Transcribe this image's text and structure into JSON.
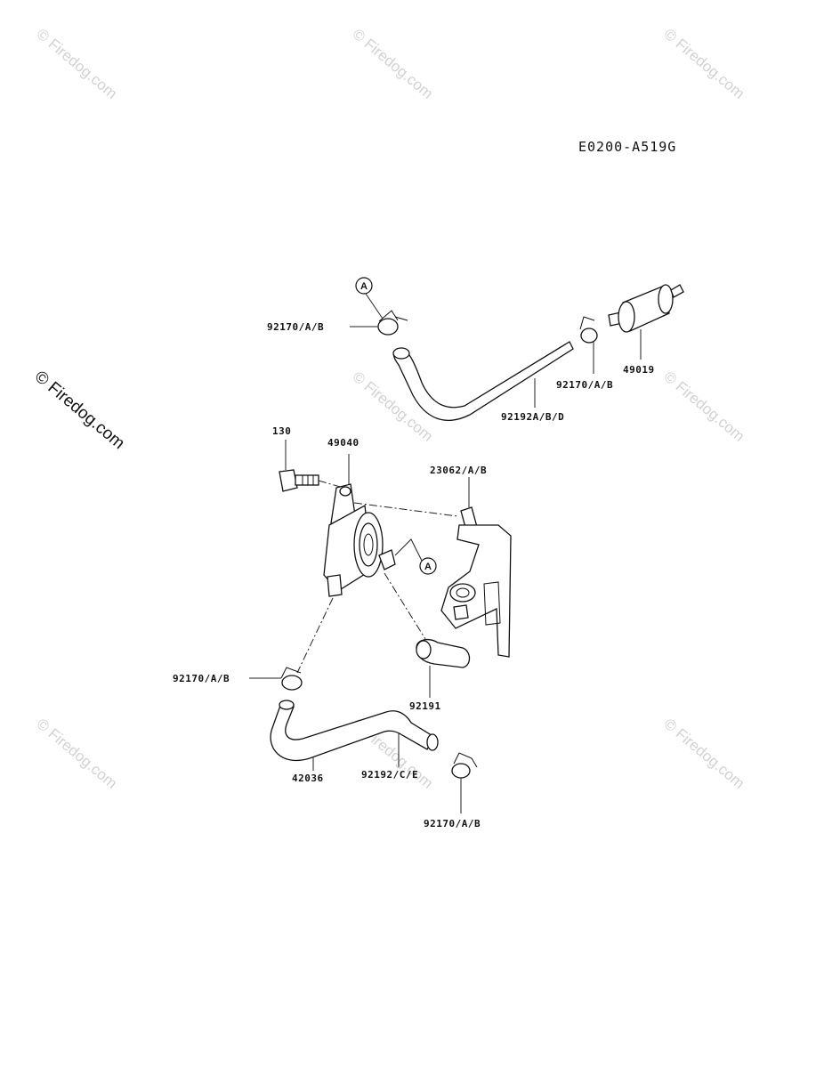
{
  "diagram_code": "E0200-A519G",
  "watermark_text": "© Firedog.com",
  "side_watermark_text": "© Firedog.com",
  "callout_letter": "A",
  "labels": {
    "clamp_top_left": "92170/A/B",
    "clamp_top_right": "92170/A/B",
    "fuel_filter": "49019",
    "hose_upper": "92192A/B/D",
    "bolt": "130",
    "fuel_pump": "49040",
    "bracket": "23062/A/B",
    "clamp_mid_left": "92170/A/B",
    "hose_elbow": "92191",
    "hose_lower": "42036",
    "hose_lower_alt": "92192/C/E",
    "clamp_bottom": "92170/A/B"
  }
}
